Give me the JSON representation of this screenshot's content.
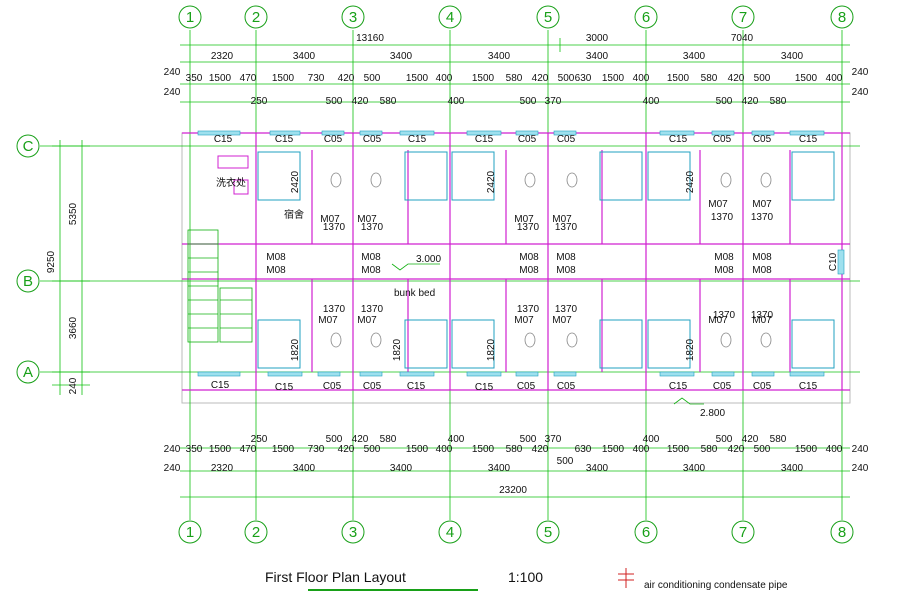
{
  "axes": {
    "columns": [
      "1",
      "2",
      "3",
      "4",
      "5",
      "6",
      "7",
      "8"
    ],
    "rows": [
      "C",
      "B",
      "A"
    ]
  },
  "dims": {
    "top_total": [
      "13160",
      "3000",
      "7040"
    ],
    "top_row2": [
      "2320",
      "3400",
      "3400",
      "3400",
      "3400",
      "3400",
      "3400"
    ],
    "top_row3": [
      "240",
      "350",
      "1500",
      "470",
      "1500",
      "730",
      "420",
      "500",
      "1500",
      "400",
      "1500",
      "580",
      "420",
      "500",
      "630",
      "1500",
      "400",
      "1500",
      "580",
      "420",
      "500",
      "1500",
      "400",
      "240"
    ],
    "top_row4": [
      "240",
      "250",
      "500",
      "420",
      "580",
      "400",
      "500",
      "370",
      "400",
      "500",
      "420",
      "580",
      "240"
    ],
    "bot_row1": [
      "240",
      "350",
      "1500",
      "470",
      "1500",
      "730",
      "420",
      "500",
      "1500",
      "400",
      "1500",
      "580",
      "420",
      "630",
      "1500",
      "400",
      "1500",
      "580",
      "420",
      "500",
      "1500",
      "400",
      "240"
    ],
    "bot_row1b": [
      "250",
      "500",
      "420",
      "580",
      "400",
      "500",
      "370",
      "400",
      "500",
      "420",
      "580"
    ],
    "bot_row2": [
      "240",
      "2320",
      "3400",
      "3400",
      "3400",
      "3400",
      "3400",
      "3400",
      "240"
    ],
    "bot_mid": "500",
    "bot_total": "23200",
    "left": [
      "5350",
      "9250",
      "3660",
      "240"
    ]
  },
  "labels": {
    "win_top": [
      "C15",
      "C15",
      "C05",
      "C05",
      "C15",
      "C15",
      "C05",
      "C05",
      "C15",
      "C05",
      "C05",
      "C15"
    ],
    "win_bot": [
      "C15",
      "C15",
      "C05",
      "C05",
      "C15",
      "C15",
      "C05",
      "C05",
      "C15",
      "C05",
      "C05",
      "C15"
    ],
    "door_upper_m07": [
      "M07",
      "M07",
      "M07",
      "M07",
      "M07",
      "M07"
    ],
    "door_lower_m07": [
      "M07",
      "M07",
      "M07",
      "M07",
      "M07",
      "M07"
    ],
    "dim_1370_upper": [
      "1370",
      "1370",
      "1370",
      "1370",
      "1370",
      "1370"
    ],
    "dim_1370_lower": [
      "1370",
      "1370",
      "1370",
      "1370",
      "1370",
      "1370"
    ],
    "m08": [
      "M08",
      "M08",
      "M08",
      "M08",
      "M08",
      "M08",
      "M08",
      "M08",
      "M08",
      "M08",
      "M08",
      "M08"
    ],
    "dim_2420": [
      "2420",
      "2420",
      "2420"
    ],
    "dim_1820": [
      "1820",
      "1820",
      "1820",
      "1820"
    ],
    "c10": "C10",
    "level_corridor": "3.000",
    "level_outside": "2.800",
    "bunk_bed": "bunk bed",
    "laundry": "洗衣处",
    "dorm": "宿舍"
  },
  "footer": {
    "title": "First Floor Plan Layout",
    "scale": "1:100",
    "legend": "air conditioning condensate pipe"
  },
  "colors": {
    "axis": "#18a018",
    "wall": "#d020d0",
    "room": "#20a0c0",
    "dim": "#10c010",
    "stair": "#10b010",
    "red": "#d02020"
  }
}
